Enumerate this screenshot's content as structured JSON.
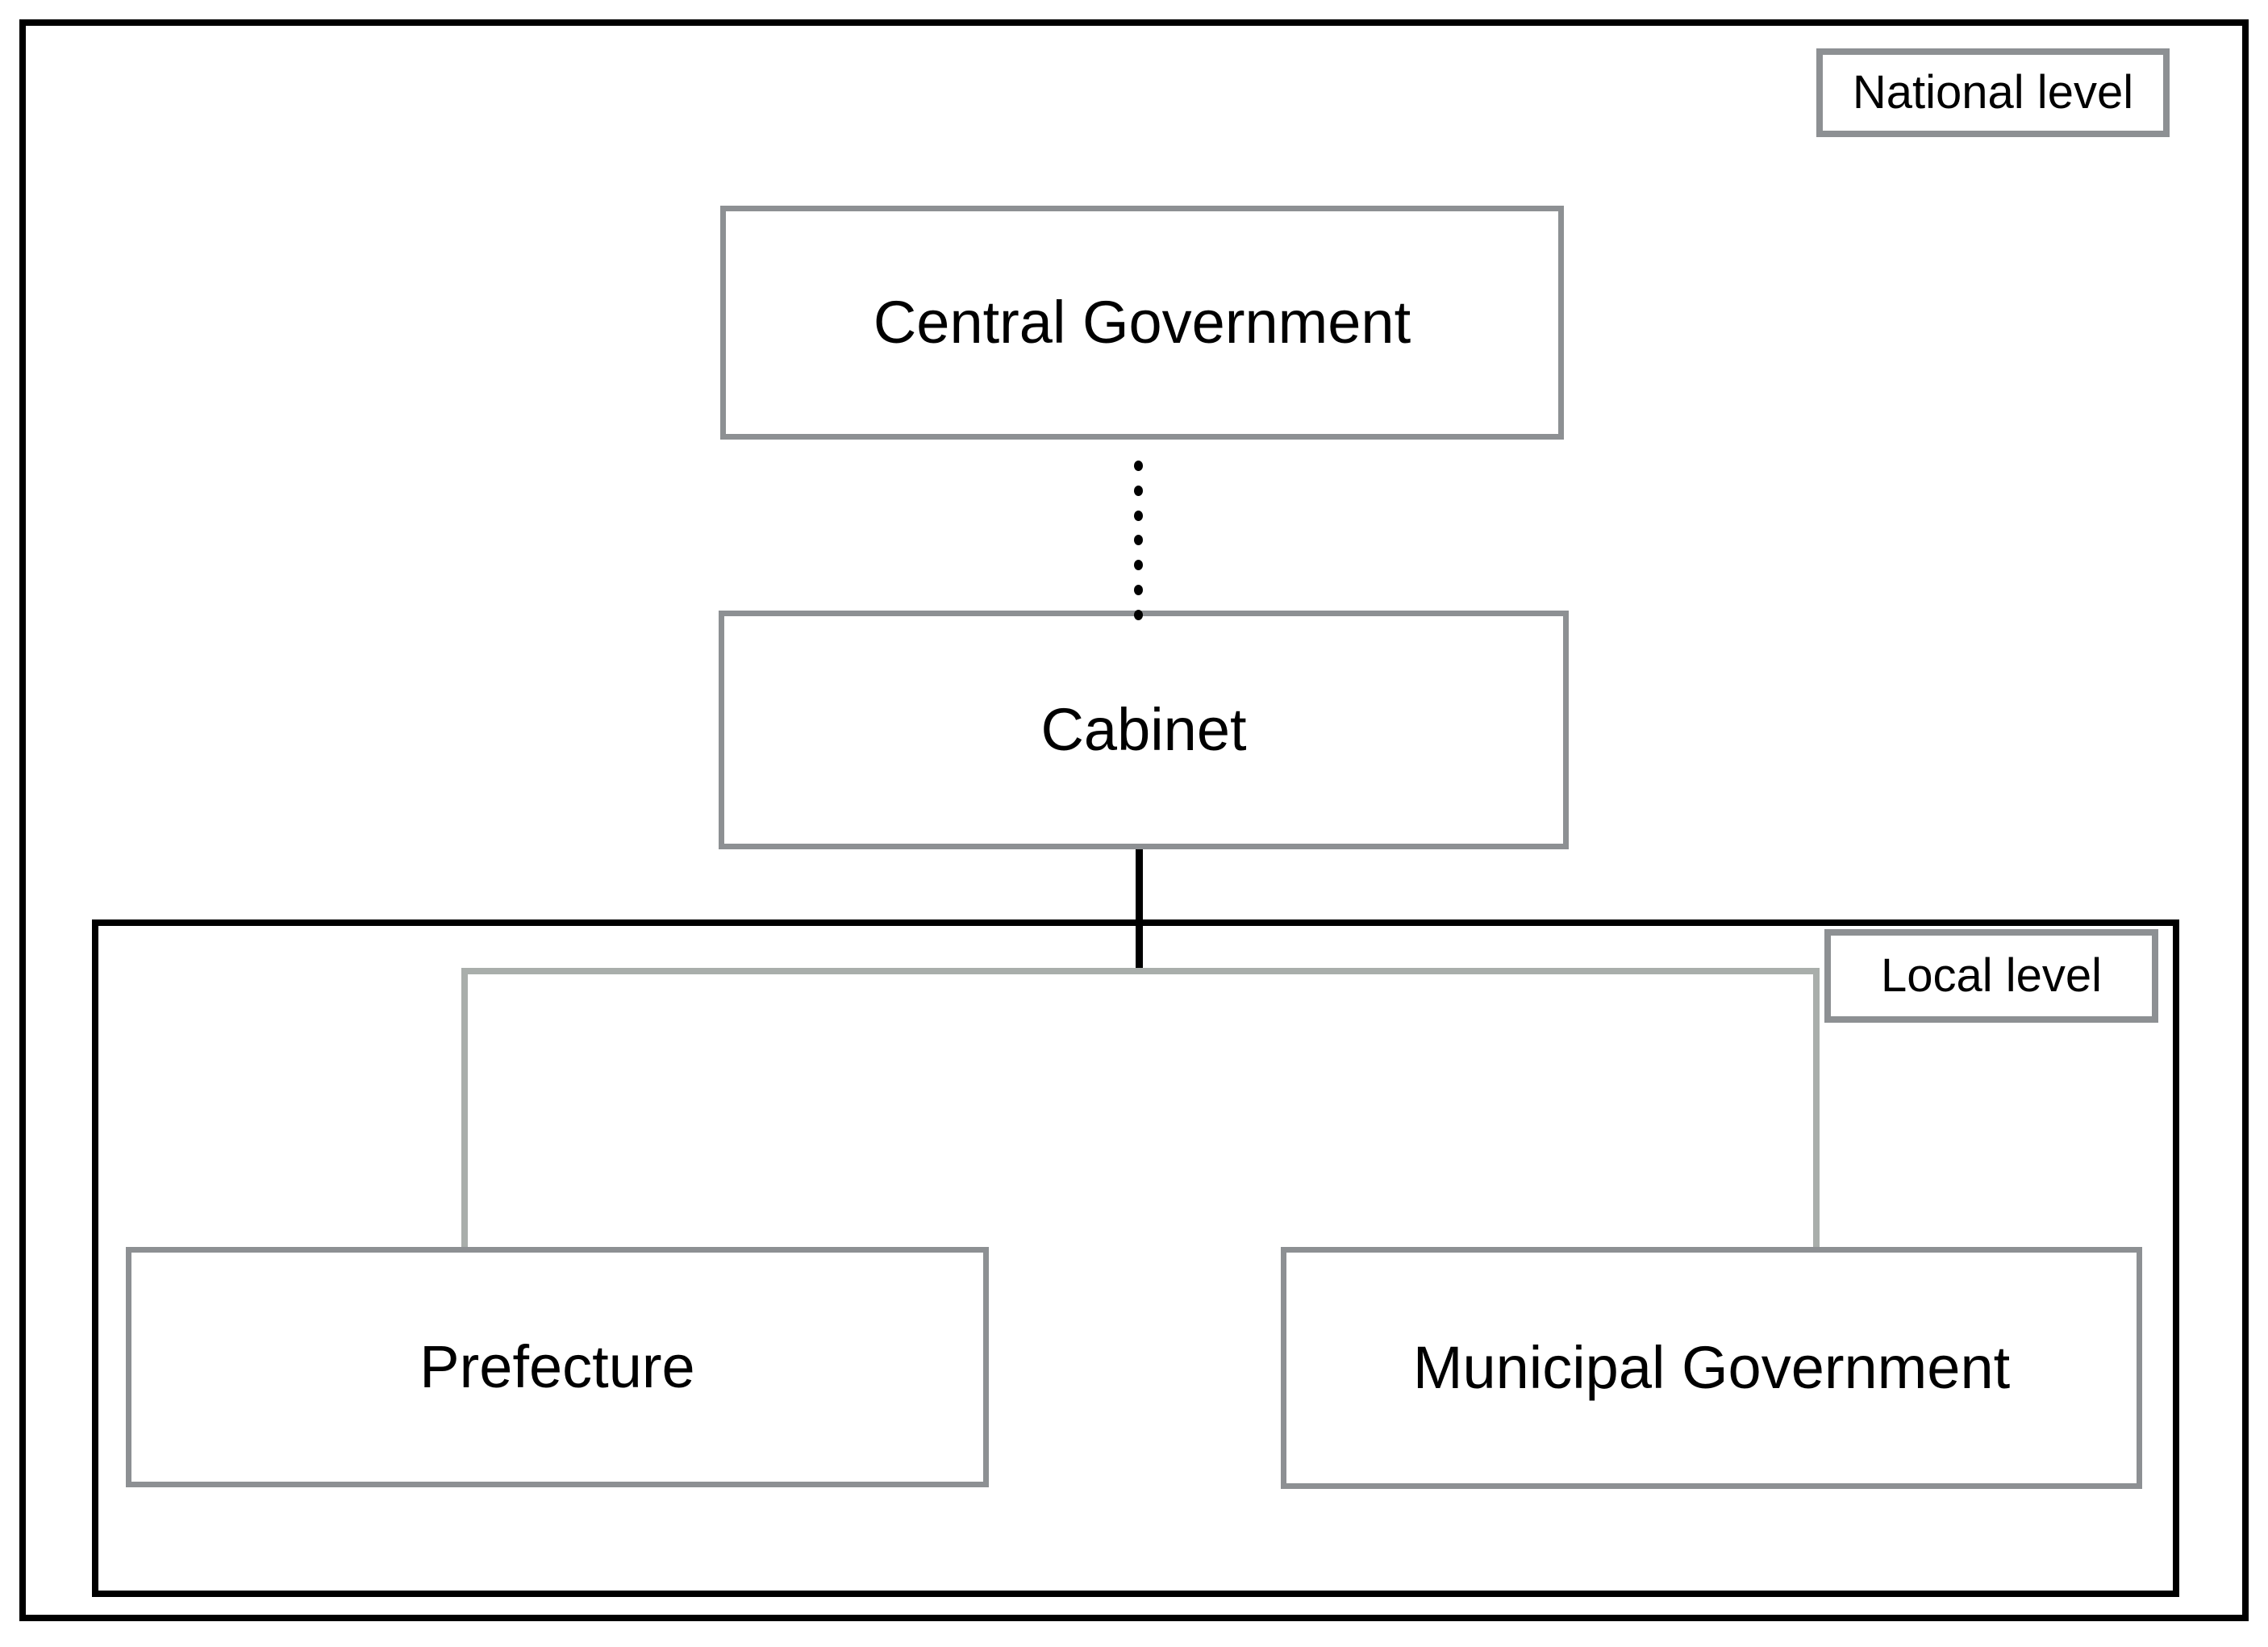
{
  "diagram": {
    "type": "flowchart",
    "regions": {
      "national": {
        "label": "National level"
      },
      "local": {
        "label": "Local level"
      }
    },
    "nodes": {
      "central_government": {
        "label": "Central Government",
        "level": "national"
      },
      "cabinet": {
        "label": "Cabinet",
        "level": "national"
      },
      "prefecture": {
        "label": "Prefecture",
        "level": "local"
      },
      "municipal_government": {
        "label": "Municipal Government",
        "level": "local"
      }
    },
    "edges": [
      {
        "from": "Central Government",
        "to": "Cabinet",
        "style": "dotted",
        "color": "#000000"
      },
      {
        "from": "Cabinet",
        "to": "Prefecture",
        "style": "solid",
        "color": "#a9aeab"
      },
      {
        "from": "Cabinet",
        "to": "Municipal Government",
        "style": "solid",
        "color": "#a9aeab"
      }
    ],
    "colors": {
      "background": "#ffffff",
      "frame_border": "#000000",
      "node_border": "#8d9093",
      "connector_light": "#a9aeab",
      "connector_dark": "#000000",
      "text": "#000000"
    }
  }
}
